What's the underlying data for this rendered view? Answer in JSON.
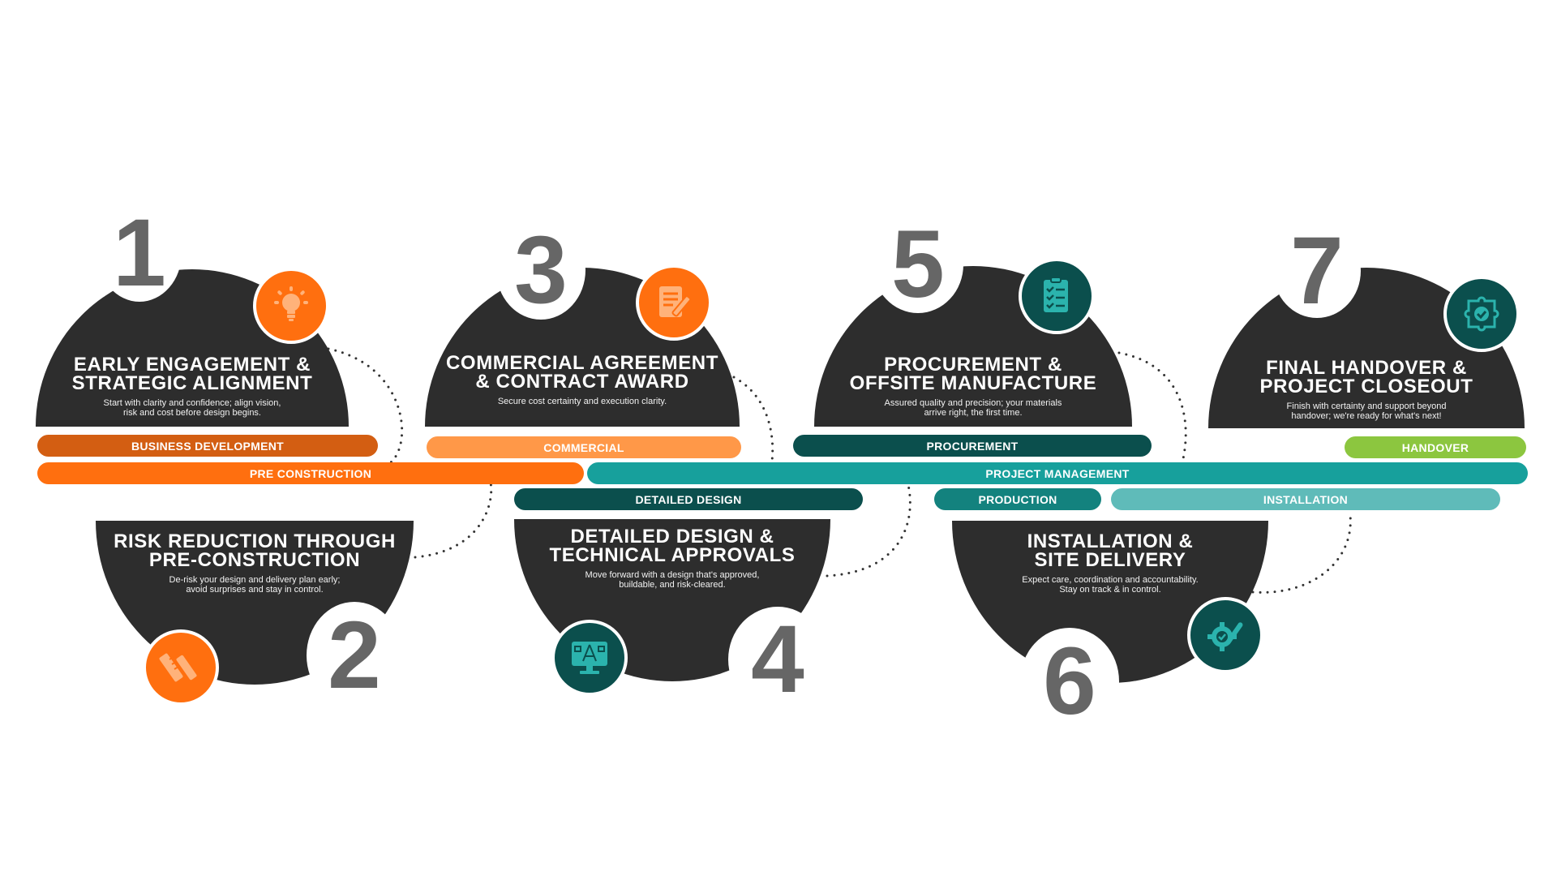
{
  "colors": {
    "card": "#2d2d2d",
    "number": "#666666",
    "orange": "#ff6f0f",
    "dark_orange": "#d35e12",
    "light_orange": "#ff9848",
    "dark_teal": "#0b4f4d",
    "teal": "#17a09c",
    "mid_teal": "#13827e",
    "light_teal": "#5fbbb9",
    "green": "#8cc63f"
  },
  "stages": [
    {
      "number": "1",
      "title": "EARLY ENGAGEMENT &\nSTRATEGIC ALIGNMENT",
      "description": "Start with clarity and confidence; align vision,\nrisk and cost before design begins.",
      "icon": "lightbulb-icon"
    },
    {
      "number": "2",
      "title": "RISK REDUCTION THROUGH\nPRE-CONSTRUCTION",
      "description": "De-risk your design and delivery plan early;\navoid surprises and stay in control.",
      "icon": "ruler-pencil-icon"
    },
    {
      "number": "3",
      "title": "COMMERCIAL AGREEMENT\n& CONTRACT AWARD",
      "description": "Secure cost certainty and execution clarity.",
      "icon": "contract-pencil-icon"
    },
    {
      "number": "4",
      "title": "DETAILED DESIGN &\nTECHNICAL APPROVALS",
      "description": "Move forward with a design that's approved,\nbuildable, and risk-cleared.",
      "icon": "design-monitor-icon"
    },
    {
      "number": "5",
      "title": "PROCUREMENT &\nOFFSITE MANUFACTURE",
      "description": "Assured quality and precision; your materials\narrive right, the first time.",
      "icon": "clipboard-checklist-icon"
    },
    {
      "number": "6",
      "title": "INSTALLATION &\nSITE DELIVERY",
      "description": "Expect care, coordination and accountability.\nStay on track & in control.",
      "icon": "gear-wrench-icon"
    },
    {
      "number": "7",
      "title": "FINAL HANDOVER &\nPROJECT CLOSEOUT",
      "description": "Finish with certainty and support beyond\nhandover; we're ready for what's next!",
      "icon": "puzzle-check-icon"
    }
  ],
  "bars": {
    "business_development": "BUSINESS DEVELOPMENT",
    "commercial": "COMMERCIAL",
    "procurement": "PROCUREMENT",
    "handover": "HANDOVER",
    "pre_construction": "PRE CONSTRUCTION",
    "project_management": "PROJECT MANAGEMENT",
    "detailed_design": "DETAILED DESIGN",
    "production": "PRODUCTION",
    "installation": "INSTALLATION"
  }
}
